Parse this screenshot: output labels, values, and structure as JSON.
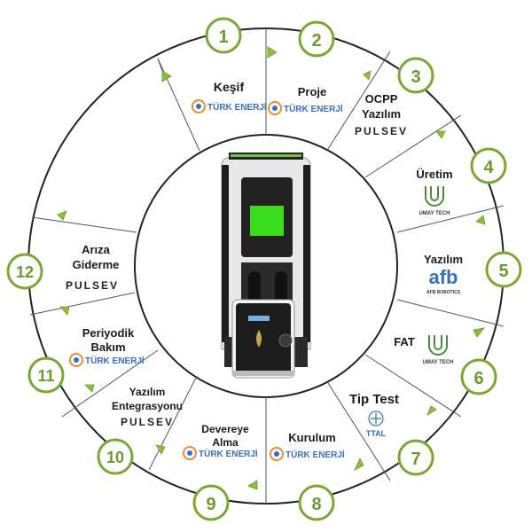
{
  "steps": [
    {
      "number": "1",
      "label": "Keşif"
    },
    {
      "number": "2",
      "label": "Proje"
    },
    {
      "number": "3",
      "label_line1": "OCPP",
      "label_line2": "Yazılım"
    },
    {
      "number": "4",
      "label": "Üretim"
    },
    {
      "number": "5",
      "label": "Yazılım"
    },
    {
      "number": "6",
      "label": "FAT"
    },
    {
      "number": "7",
      "label": "Tip Test"
    },
    {
      "number": "8",
      "label": "Kurulum"
    },
    {
      "number": "9",
      "label_line1": "Devereye",
      "label_line2": "Alma"
    },
    {
      "number": "10",
      "label_line1": "Yazılım",
      "label_line2": "Entegrasyonu"
    },
    {
      "number": "11",
      "label_line1": "Periyodik",
      "label_line2": "Bakım"
    },
    {
      "number": "12",
      "label_line1": "Arıza",
      "label_line2": "Giderme"
    }
  ],
  "brands": {
    "turk_enerji": "TÜRK ENERJİ",
    "pulsev": "PULSEV",
    "umay_tech": "UMAY TECH",
    "afb": "afb",
    "afb_robotics": "AFB ROBOTICS",
    "ttal": "TTAL"
  },
  "colors": {
    "accent_green": "#7aa834",
    "arrow_green": "#8dbf3a",
    "screen_green": "#3bdc1c",
    "brand_blue": "#3b6fb6",
    "brand_orange": "#e88b2e"
  }
}
